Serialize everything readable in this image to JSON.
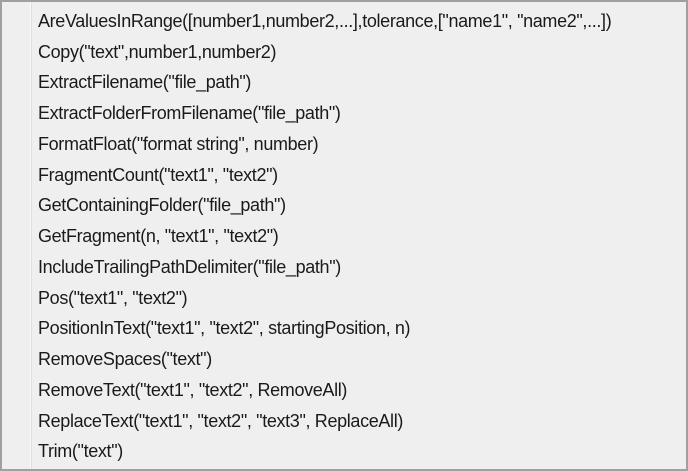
{
  "colors": {
    "border": "#a0a0a0",
    "background": "#efefef",
    "gutter_separator": "#dedede",
    "text": "#1a1a1a"
  },
  "list": {
    "items": [
      "AreValuesInRange([number1,number2,...],tolerance,[\"name1\", \"name2\",...])",
      "Copy(\"text\",number1,number2)",
      "ExtractFilename(\"file_path\")",
      "ExtractFolderFromFilename(\"file_path\")",
      "FormatFloat(\"format string\", number)",
      "FragmentCount(\"text1\", \"text2\")",
      "GetContainingFolder(\"file_path\")",
      "GetFragment(n, \"text1\", \"text2\")",
      "IncludeTrailingPathDelimiter(\"file_path\")",
      "Pos(\"text1\", \"text2\")",
      "PositionInText(\"text1\", \"text2\", startingPosition, n)",
      "RemoveSpaces(\"text\")",
      "RemoveText(\"text1\", \"text2\", RemoveAll)",
      "ReplaceText(\"text1\", \"text2\", \"text3\", ReplaceAll)",
      "Trim(\"text\")"
    ]
  }
}
